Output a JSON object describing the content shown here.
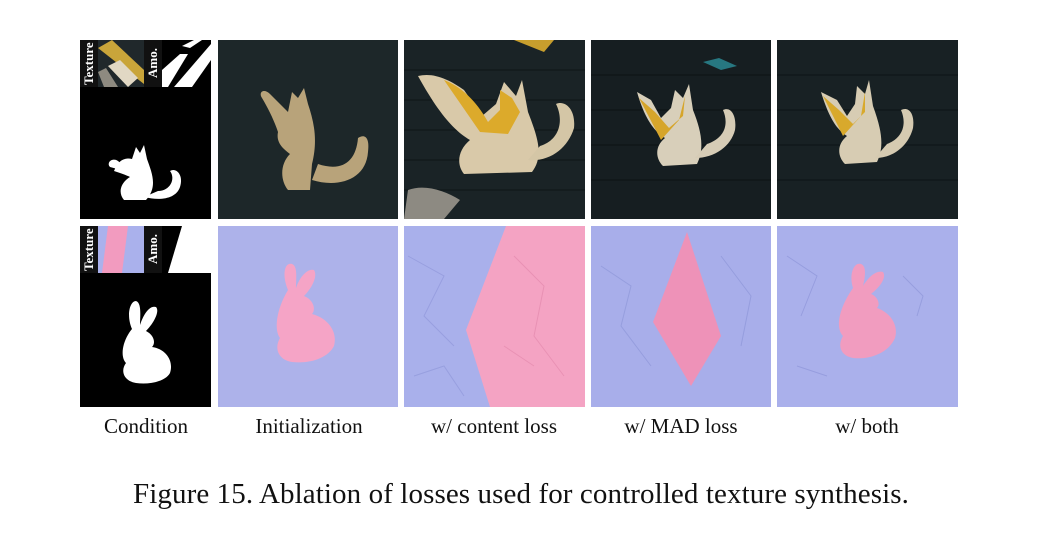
{
  "figure": {
    "caption": "Figure 15. Ablation of losses used for controlled texture synthesis.",
    "columns": [
      "Condition",
      "Initialization",
      "w/ content loss",
      "w/ MAD loss",
      "w/ both"
    ],
    "condition_tags": {
      "texture": "Texture",
      "amodal": "Amo."
    },
    "rows": [
      {
        "shape": "cat",
        "background": "dark brick wall",
        "texture": "yellow graffiti on bricks"
      },
      {
        "shape": "rabbit",
        "background": "blue crumpled paper",
        "texture": "pink crumpled paper"
      }
    ],
    "colors": {
      "brick": "#1c2427",
      "graffiti_yellow": "#d8a62a",
      "paper_blue": "#a9b0ec",
      "paper_pink": "#f29bbf",
      "sand": "#b9a47c"
    }
  }
}
